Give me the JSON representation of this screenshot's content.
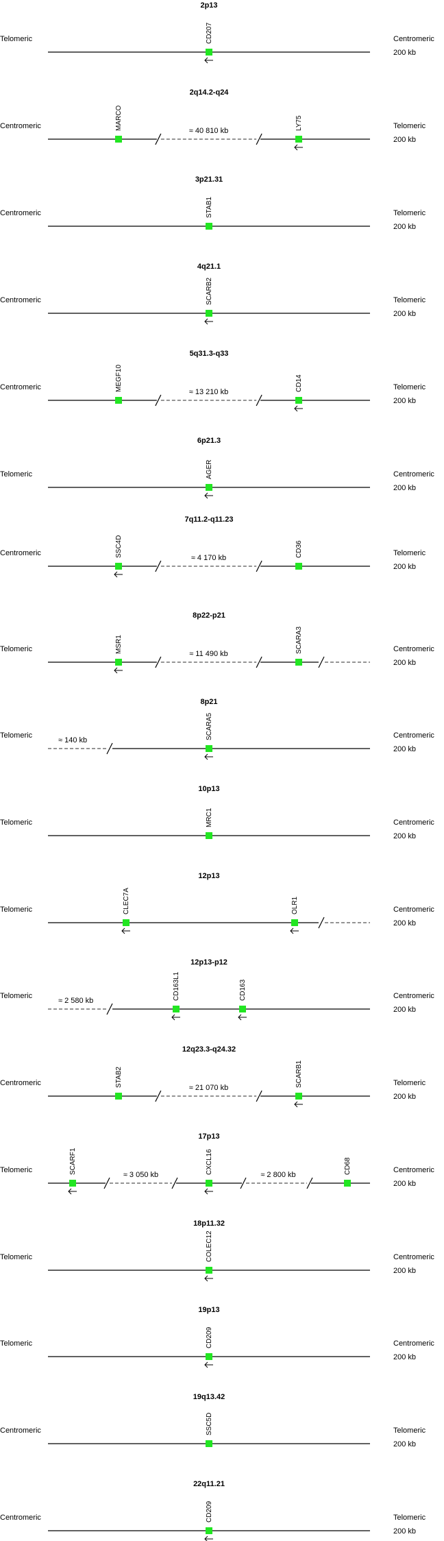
{
  "diagram": {
    "scale_label": "200 kb",
    "colors": {
      "gene": "#22e622",
      "line": "#000000",
      "dash": "#555555"
    },
    "panels": [
      {
        "title": "2p13",
        "left": "Telomeric",
        "right": "Centromeric",
        "genes": [
          {
            "name": "CD207",
            "arrow": "left"
          }
        ],
        "gaps": [],
        "leftDash": "",
        "rightDash": false
      },
      {
        "title": "2q14.2-q24",
        "left": "Centromeric",
        "right": "Telomeric",
        "genes": [
          {
            "name": "MARCO",
            "arrow": ""
          },
          {
            "name": "LY75",
            "arrow": "left"
          }
        ],
        "gaps": [
          "≈ 40 810 kb"
        ],
        "leftDash": "",
        "rightDash": false
      },
      {
        "title": "3p21.31",
        "left": "Centromeric",
        "right": "Telomeric",
        "genes": [
          {
            "name": "STAB1",
            "arrow": ""
          }
        ],
        "gaps": [],
        "leftDash": "",
        "rightDash": false
      },
      {
        "title": "4q21.1",
        "left": "Centromeric",
        "right": "Telomeric",
        "genes": [
          {
            "name": "SCARB2",
            "arrow": "left"
          }
        ],
        "gaps": [],
        "leftDash": "",
        "rightDash": false
      },
      {
        "title": "5q31.3-q33",
        "left": "Centromeric",
        "right": "Telomeric",
        "genes": [
          {
            "name": "MEGF10",
            "arrow": ""
          },
          {
            "name": "CD14",
            "arrow": "left"
          }
        ],
        "gaps": [
          "≈ 13 210 kb"
        ],
        "leftDash": "",
        "rightDash": false
      },
      {
        "title": "6p21.3",
        "left": "Telomeric",
        "right": "Centromeric",
        "genes": [
          {
            "name": "AGER",
            "arrow": "left"
          }
        ],
        "gaps": [],
        "leftDash": "",
        "rightDash": false
      },
      {
        "title": "7q11.2-q11.23",
        "left": "Centromeric",
        "right": "Telomeric",
        "genes": [
          {
            "name": "SSC4D",
            "arrow": "left"
          },
          {
            "name": "CD36",
            "arrow": ""
          }
        ],
        "gaps": [
          "≈ 4 170 kb"
        ],
        "leftDash": "",
        "rightDash": false
      },
      {
        "title": "8p22-p21",
        "left": "Telomeric",
        "right": "Centromeric",
        "genes": [
          {
            "name": "MSR1",
            "arrow": "left"
          },
          {
            "name": "SCARA3",
            "arrow": ""
          }
        ],
        "gaps": [
          "≈ 11 490 kb"
        ],
        "leftDash": "",
        "rightDash": true
      },
      {
        "title": "8p21",
        "left": "Telomeric",
        "right": "Centromeric",
        "genes": [
          {
            "name": "SCARA5",
            "arrow": "left"
          }
        ],
        "gaps": [],
        "leftDash": "≈ 140 kb",
        "rightDash": false
      },
      {
        "title": "10p13",
        "left": "Telomeric",
        "right": "Centromeric",
        "genes": [
          {
            "name": "MRC1",
            "arrow": ""
          }
        ],
        "gaps": [],
        "leftDash": "",
        "rightDash": false
      },
      {
        "title": "12p13",
        "left": "Telomeric",
        "right": "Centromeric",
        "genes": [
          {
            "name": "CLEC7A",
            "arrow": "left"
          },
          {
            "name": "OLR1",
            "arrow": "left"
          }
        ],
        "gaps": [],
        "leftDash": "",
        "rightDash": true
      },
      {
        "title": "12p13-p12",
        "left": "Telomeric",
        "right": "Centromeric",
        "genes": [
          {
            "name": "CD163L1",
            "arrow": "left"
          },
          {
            "name": "CD163",
            "arrow": "left"
          }
        ],
        "gaps": [],
        "leftDash": "≈ 2 580 kb",
        "rightDash": false
      },
      {
        "title": "12q23.3-q24.32",
        "left": "Centromeric",
        "right": "Telomeric",
        "genes": [
          {
            "name": "STAB2",
            "arrow": ""
          },
          {
            "name": "SCARB1",
            "arrow": "left"
          }
        ],
        "gaps": [
          "≈ 21 070 kb"
        ],
        "leftDash": "",
        "rightDash": false
      },
      {
        "title": "17p13",
        "left": "Telomeric",
        "right": "Centromeric",
        "genes": [
          {
            "name": "SCARF1",
            "arrow": "left"
          },
          {
            "name": "CXCL16",
            "arrow": "left"
          },
          {
            "name": "CD68",
            "arrow": ""
          }
        ],
        "gaps": [
          "≈ 3 050 kb",
          "≈  2 800 kb"
        ],
        "leftDash": "",
        "rightDash": false
      },
      {
        "title": "18p11.32",
        "left": "Telomeric",
        "right": "Centromeric",
        "genes": [
          {
            "name": "COLEC12",
            "arrow": "left"
          }
        ],
        "gaps": [],
        "leftDash": "",
        "rightDash": false
      },
      {
        "title": "19p13",
        "left": "Telomeric",
        "right": "Centromeric",
        "genes": [
          {
            "name": "CD209",
            "arrow": "left"
          }
        ],
        "gaps": [],
        "leftDash": "",
        "rightDash": false
      },
      {
        "title": "19q13.42",
        "left": "Centromeric",
        "right": "Telomeric",
        "genes": [
          {
            "name": "SSC5D",
            "arrow": ""
          }
        ],
        "gaps": [],
        "leftDash": "",
        "rightDash": false
      },
      {
        "title": "22q11.21",
        "left": "Centromeric",
        "right": "Telomeric",
        "genes": [
          {
            "name": "CD209",
            "arrow": "left"
          }
        ],
        "gaps": [],
        "leftDash": "",
        "rightDash": false
      }
    ]
  }
}
